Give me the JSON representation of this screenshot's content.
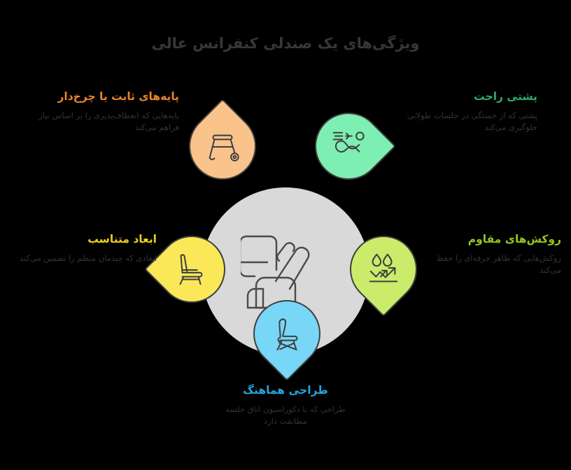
{
  "header": {
    "title": "ویژگی‌های یک صندلی کنفرانس عالی",
    "title_color": "#373737"
  },
  "center": {
    "icon": "conference-chair-icon",
    "disc_color": "#d9d9d9"
  },
  "nodes": [
    {
      "id": "base",
      "title": "پایه‌های ثابت یا چرخ‌دار",
      "description": "پایه‌هایی که انعطاف‌پذیری را بر اساس نیاز فراهم می‌کند",
      "title_color": "#e8832a",
      "pin_color": "#fac38c",
      "icon": "chair-base-wheel-icon",
      "position": "top-left"
    },
    {
      "id": "back",
      "title": "پشتی راحت",
      "description": "پشتی که از خستگی در جلسات طولانی جلوگیری می‌کند",
      "title_color": "#2fa96c",
      "pin_color": "#7eefb2",
      "icon": "ergonomic-back-support-icon",
      "position": "top-right"
    },
    {
      "id": "dimensions",
      "title": "ابعاد متناسب",
      "description": "ابعادی که چیدمان منظم را تضمین می‌کند",
      "title_color": "#e8d11c",
      "pin_color": "#fbe859",
      "icon": "chair-side-profile-icon",
      "position": "left"
    },
    {
      "id": "fabric",
      "title": "روکش‌های مقاوم",
      "description": "روکش‌هایی که ظاهر حرفه‌ای را حفظ می‌کند",
      "title_color": "#96c41c",
      "pin_color": "#cbeb6b",
      "icon": "water-repellent-fabric-icon",
      "position": "right"
    },
    {
      "id": "design",
      "title": "طراحی هماهنگ",
      "description": "طراحی که با دکوراسیون اتاق جلسه مطابقت دارد",
      "title_color": "#22a7e0",
      "pin_color": "#78d7f7",
      "icon": "designer-chair-icon",
      "position": "bottom"
    }
  ],
  "palette": {
    "background": "#000000",
    "description_text": "#333333",
    "icon_stroke": "#3f3f3f"
  }
}
